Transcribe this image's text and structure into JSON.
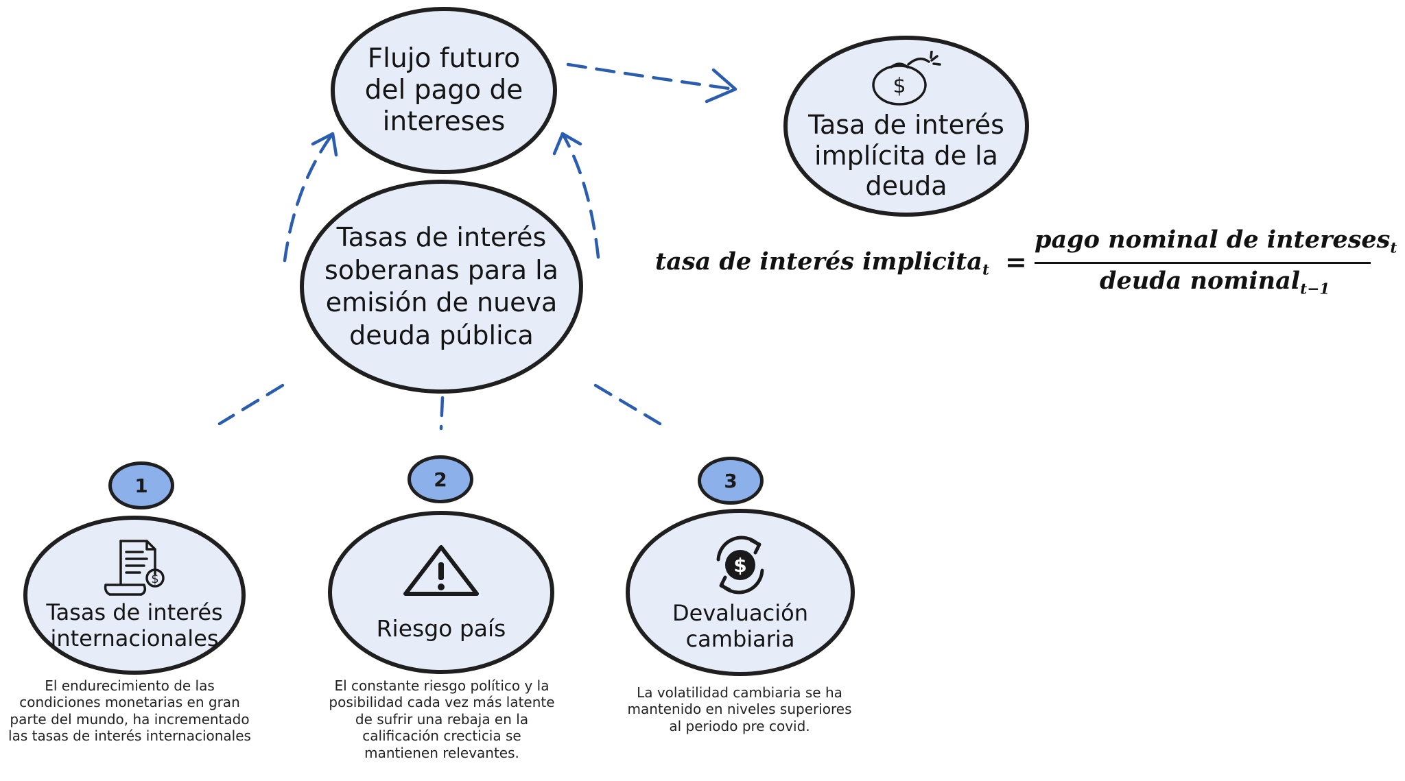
{
  "nodes": {
    "flujo": "Flujo futuro del pago de intereses",
    "tasa_implicita": "Tasa de interés implícita de la deuda",
    "soberanas": "Tasas de interés soberanas para la emisión de nueva deuda pública"
  },
  "factors": [
    {
      "number": "1",
      "title": "Tasas de interés internacionales",
      "description": "El endurecimiento de las condiciones monetarias en gran parte del mundo, ha incrementado las tasas de interés internacionales",
      "icon": "document-dollar-icon"
    },
    {
      "number": "2",
      "title": "Riesgo país",
      "description": "El constante riesgo político y la posibilidad cada vez más latente de sufrir una rebaja en la calificación crecticia se mantienen relevantes.",
      "icon": "warning-icon"
    },
    {
      "number": "3",
      "title": "Devaluación cambiaria",
      "description": "La volatilidad cambiaria se ha mantenido en niveles superiores al periodo pre covid.",
      "icon": "currency-exchange-icon"
    }
  ],
  "formula": {
    "lhs": "tasa de interés implicita",
    "lhs_sub": "t",
    "equals": "=",
    "numerator": "pago nominal de intereses",
    "numerator_sub": "t",
    "denominator": "deuda nominal",
    "denominator_sub": "t−1"
  },
  "colors": {
    "bubble_fill": "#e6edf9",
    "badge_fill": "#8bb0ea",
    "connector": "#2a5db0",
    "outline": "#1f1f1f"
  },
  "node_icons": {
    "tasa_implicita": "money-bag-icon"
  }
}
